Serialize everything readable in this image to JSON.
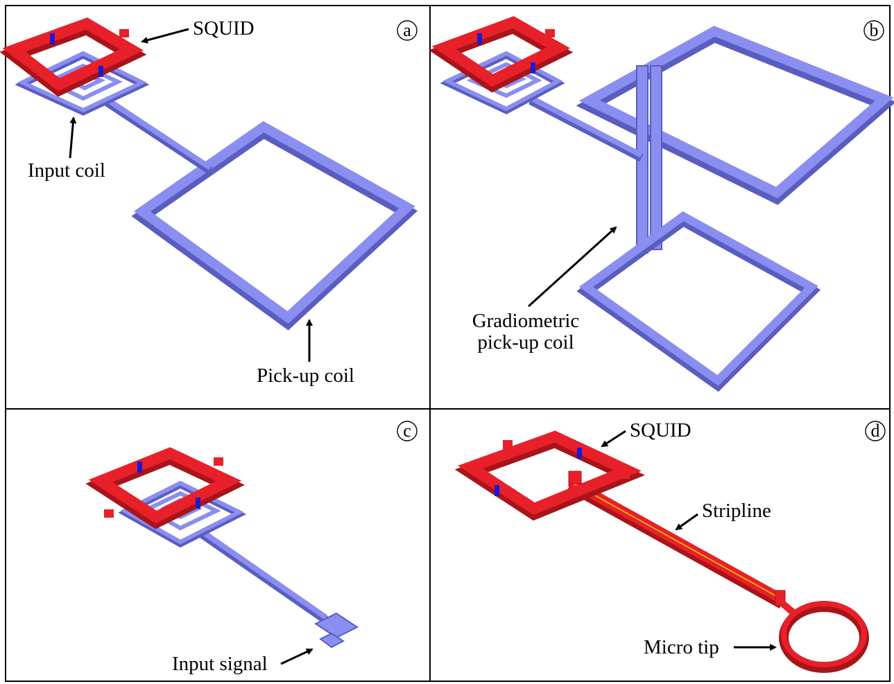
{
  "colors": {
    "squid": "#e8202a",
    "squid_side": "#a81419",
    "coil": "#8a8ef0",
    "coil_side": "#5a5dc0",
    "junction": "#1a1ad0",
    "stripline_core": "#e8d000"
  },
  "panels": [
    {
      "id": "a",
      "label": "a",
      "annotations": {
        "squid": "SQUID",
        "input_coil": "Input coil",
        "pickup_coil": "Pick-up coil"
      }
    },
    {
      "id": "b",
      "label": "b",
      "annotations": {
        "gradiometric_line1": "Gradiometric",
        "gradiometric_line2": "pick-up coil"
      }
    },
    {
      "id": "c",
      "label": "c",
      "annotations": {
        "input_signal": "Input signal"
      }
    },
    {
      "id": "d",
      "label": "d",
      "annotations": {
        "squid": "SQUID",
        "stripline": "Stripline",
        "micro_tip": "Micro tip"
      }
    }
  ]
}
